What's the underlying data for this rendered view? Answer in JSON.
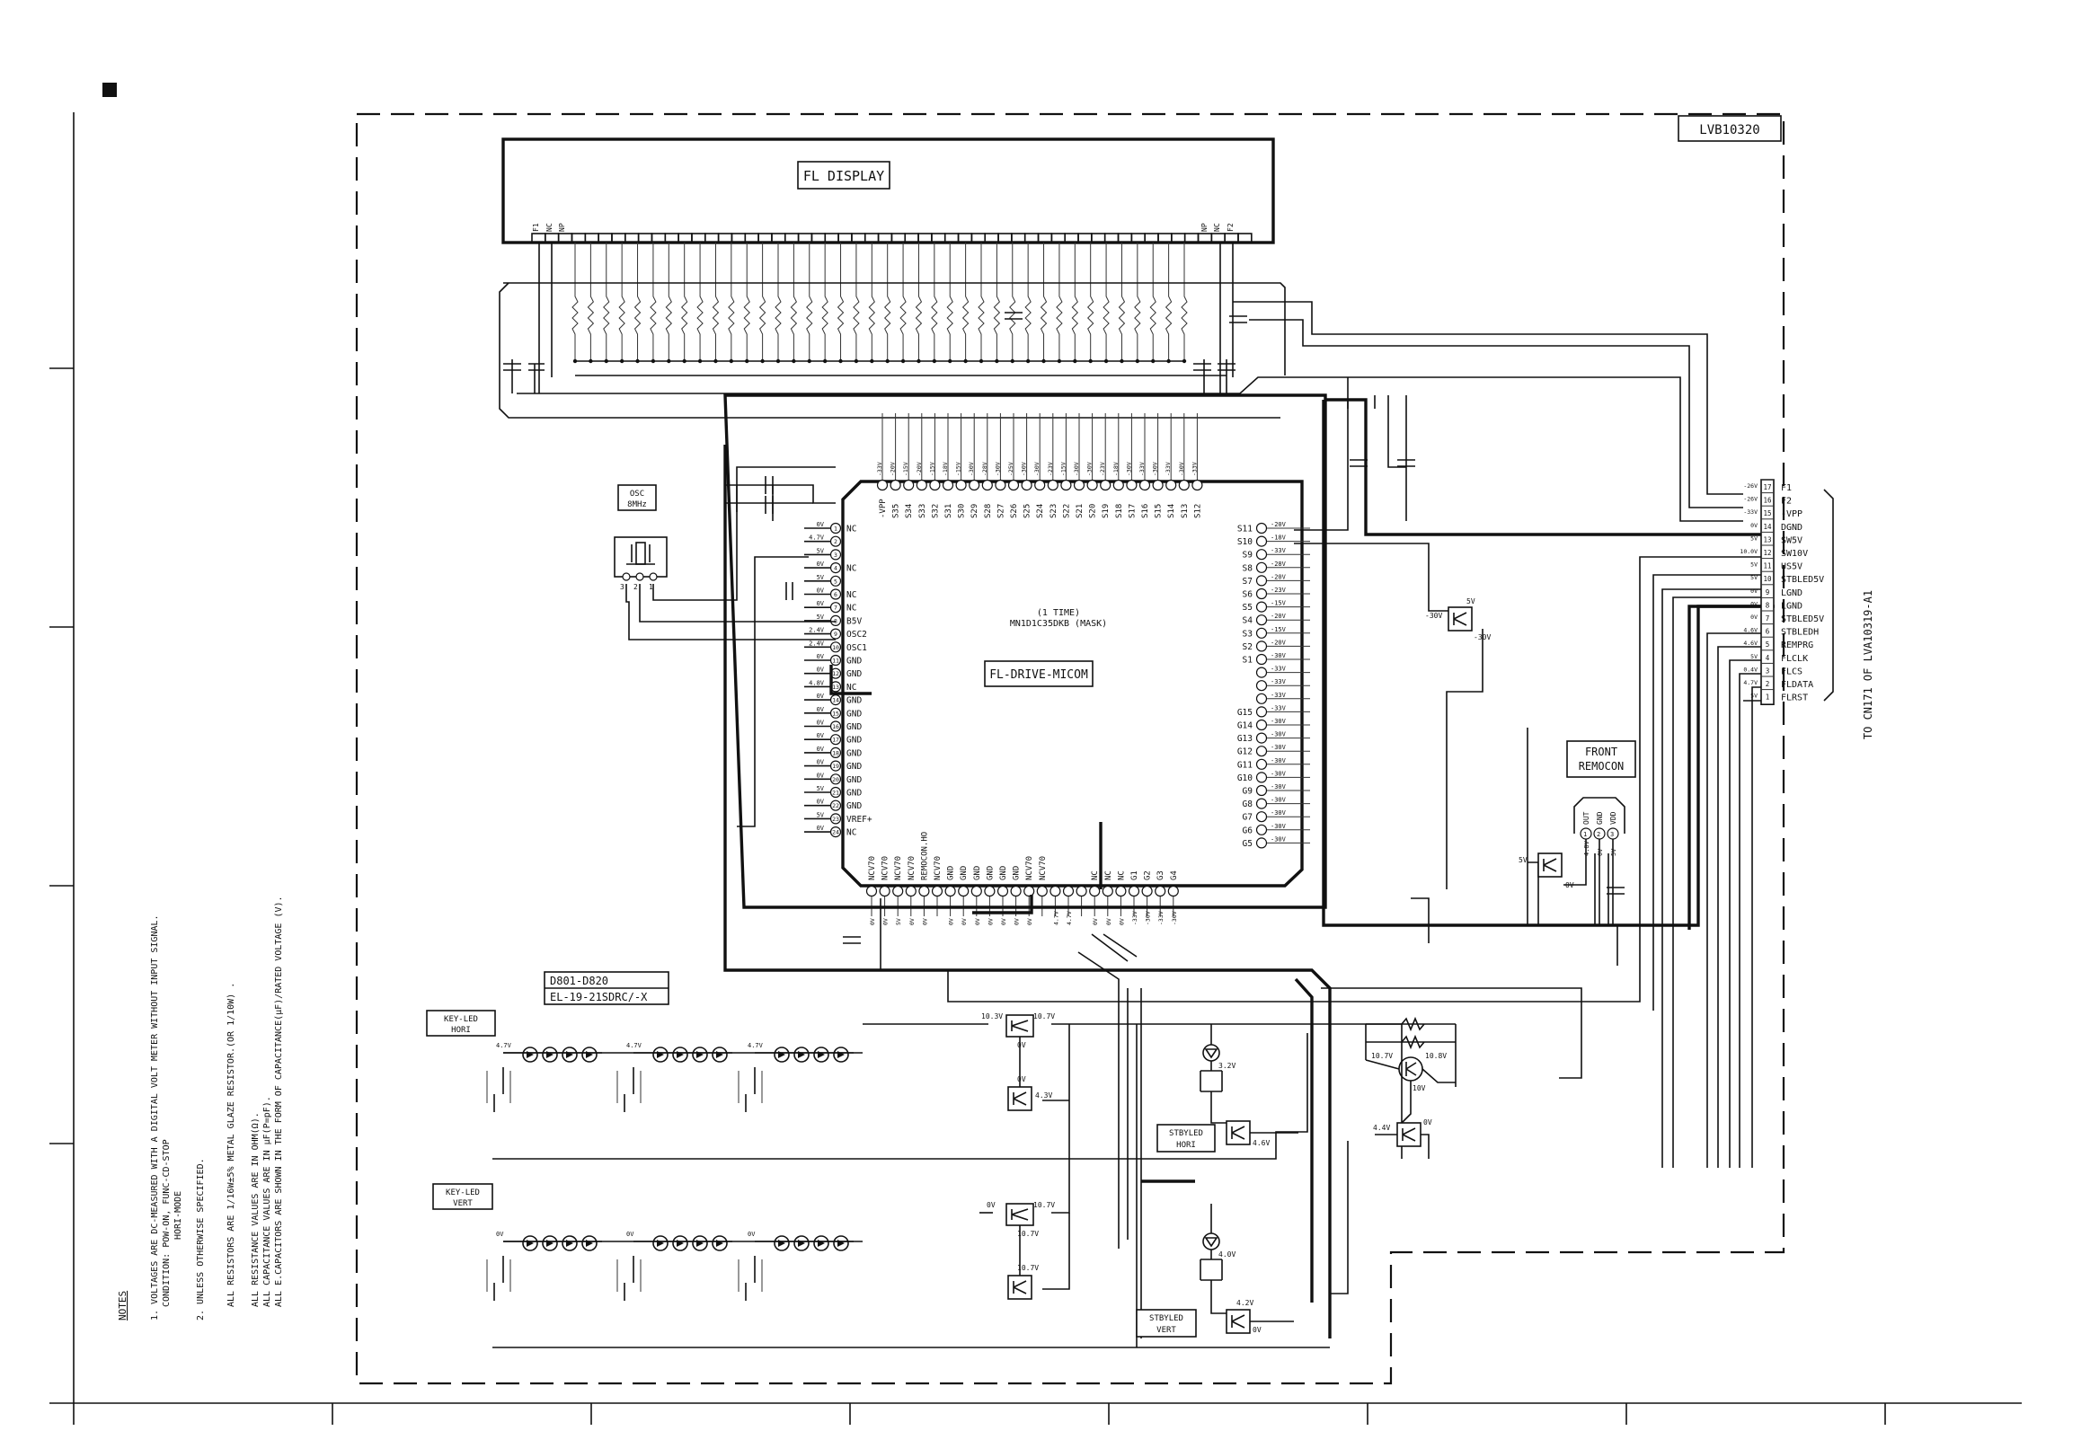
{
  "board_id": "LVB10320",
  "fl_display": {
    "label": "FL DISPLAY",
    "left_pins": [
      "F1",
      "NC",
      "NP"
    ],
    "right_pins": [
      "NP",
      "NC",
      "F2"
    ]
  },
  "osc": {
    "label": "OSC",
    "freq": "8MHz",
    "pins": [
      "3",
      "2",
      "1"
    ]
  },
  "micom": {
    "label": "FL-DRIVE-MICOM",
    "timing": "(1 TIME)",
    "part": "MN1D1C35DKB  (MASK)",
    "left_pins": [
      {
        "n": "1",
        "name": "NC",
        "v": "0V"
      },
      {
        "n": "2",
        "name": "",
        "v": "4.7V"
      },
      {
        "n": "3",
        "name": "",
        "v": "5V"
      },
      {
        "n": "4",
        "name": "NC",
        "v": "0V"
      },
      {
        "n": "5",
        "name": "",
        "v": "5V"
      },
      {
        "n": "6",
        "name": "NC",
        "v": "0V"
      },
      {
        "n": "7",
        "name": "NC",
        "v": "0V"
      },
      {
        "n": "8",
        "name": "B5V",
        "v": "5V"
      },
      {
        "n": "9",
        "name": "OSC2",
        "v": "2.4V"
      },
      {
        "n": "10",
        "name": "OSC1",
        "v": "2.4V"
      },
      {
        "n": "11",
        "name": "GND",
        "v": "0V"
      },
      {
        "n": "12",
        "name": "GND",
        "v": "0V"
      },
      {
        "n": "13",
        "name": "NC",
        "v": "4.8V"
      },
      {
        "n": "14",
        "name": "GND",
        "v": "0V"
      },
      {
        "n": "15",
        "name": "GND",
        "v": "0V"
      },
      {
        "n": "16",
        "name": "GND",
        "v": "0V"
      },
      {
        "n": "17",
        "name": "GND",
        "v": "0V"
      },
      {
        "n": "18",
        "name": "GND",
        "v": "0V"
      },
      {
        "n": "19",
        "name": "GND",
        "v": "0V"
      },
      {
        "n": "20",
        "name": "GND",
        "v": "0V"
      },
      {
        "n": "21",
        "name": "GND",
        "v": "5V"
      },
      {
        "n": "22",
        "name": "GND",
        "v": "0V"
      },
      {
        "n": "23",
        "name": "VREF+",
        "v": "5V"
      },
      {
        "n": "24",
        "name": "NC",
        "v": "0V"
      }
    ],
    "top_pins": [
      "-VPP",
      "S35",
      "S34",
      "S33",
      "S32",
      "S31",
      "S30",
      "S29",
      "S28",
      "S27",
      "S26",
      "S25",
      "S24",
      "S23",
      "S22",
      "S21",
      "S20",
      "S19",
      "S18",
      "S17",
      "S16",
      "S15",
      "S14",
      "S13",
      "S12"
    ],
    "top_volts": [
      "-33V",
      "-20V",
      "-15V",
      "-20V",
      "-15V",
      "-18V",
      "-15V",
      "-30V",
      "-28V",
      "-30V",
      "-25V",
      "-30V",
      "-30V",
      "-23V",
      "-15V",
      "-30V",
      "-30V",
      "-23V",
      "-18V",
      "-30V",
      "-33V",
      "-30V",
      "-33V",
      "-30V",
      "-33V"
    ],
    "right_pins": [
      {
        "name": "S11",
        "v": "-20V"
      },
      {
        "name": "S10",
        "v": "-18V"
      },
      {
        "name": "S9",
        "v": "-33V"
      },
      {
        "name": "S8",
        "v": "-28V"
      },
      {
        "name": "S7",
        "v": "-20V"
      },
      {
        "name": "S6",
        "v": "-23V"
      },
      {
        "name": "S5",
        "v": "-15V"
      },
      {
        "name": "S4",
        "v": "-20V"
      },
      {
        "name": "S3",
        "v": "-15V"
      },
      {
        "name": "S2",
        "v": "-20V"
      },
      {
        "name": "S1",
        "v": "-30V"
      },
      {
        "name": "",
        "v": "-33V"
      },
      {
        "name": "",
        "v": "-33V"
      },
      {
        "name": "",
        "v": "-33V"
      },
      {
        "name": "G15",
        "v": "-33V"
      },
      {
        "name": "G14",
        "v": "-30V"
      },
      {
        "name": "G13",
        "v": "-30V"
      },
      {
        "name": "G12",
        "v": "-30V"
      },
      {
        "name": "G11",
        "v": "-30V"
      },
      {
        "name": "G10",
        "v": "-30V"
      },
      {
        "name": "G9",
        "v": "-30V"
      },
      {
        "name": "G8",
        "v": "-30V"
      },
      {
        "name": "G7",
        "v": "-30V"
      },
      {
        "name": "G6",
        "v": "-30V"
      },
      {
        "name": "G5",
        "v": "-30V"
      }
    ],
    "bottom_pins": [
      "NCV70",
      "NCV70",
      "NCV70",
      "NCV70",
      "REMOCON.HO",
      "NCV70",
      "GND",
      "GND",
      "GND",
      "GND",
      "GND",
      "GND",
      "NCV70",
      "NCV70",
      "",
      "",
      "",
      "NC",
      "NC",
      "NC",
      "G1",
      "G2",
      "G3",
      "G4"
    ],
    "bottom_volts": [
      "0V",
      "0V",
      "5V",
      "0V",
      "0V",
      "",
      "0V",
      "0V",
      "0V",
      "0V",
      "0V",
      "0V",
      "0V",
      "",
      "4.7V",
      "4.7V",
      "",
      "0V",
      "0V",
      "0V",
      "-33V",
      "-30V",
      "-33V",
      "-30V"
    ]
  },
  "connector": {
    "label": "TO CN171 OF LVA10319-A1",
    "pins": [
      {
        "n": "17",
        "name": "F1",
        "v": "-26V"
      },
      {
        "n": "16",
        "name": "F2",
        "v": "-26V"
      },
      {
        "n": "15",
        "name": "-VPP",
        "v": "-33V"
      },
      {
        "n": "14",
        "name": "DGND",
        "v": "0V"
      },
      {
        "n": "13",
        "name": "SW5V",
        "v": "5V"
      },
      {
        "n": "12",
        "name": "SW10V",
        "v": "10.0V"
      },
      {
        "n": "11",
        "name": "US5V",
        "v": "5V"
      },
      {
        "n": "10",
        "name": "STBLED5V",
        "v": "5V"
      },
      {
        "n": "9",
        "name": "LGND",
        "v": "0V"
      },
      {
        "n": "8",
        "name": "LGND",
        "v": "0V"
      },
      {
        "n": "7",
        "name": "STBLED5V",
        "v": "0V"
      },
      {
        "n": "6",
        "name": "STBLEDH",
        "v": "4.6V"
      },
      {
        "n": "5",
        "name": "REMPRG",
        "v": "4.6V"
      },
      {
        "n": "4",
        "name": "FLCLK",
        "v": "5V"
      },
      {
        "n": "3",
        "name": "FLCS",
        "v": "0.4V"
      },
      {
        "n": "2",
        "name": "FLDATA",
        "v": "4.7V"
      },
      {
        "n": "1",
        "name": "FLRST",
        "v": "5V"
      }
    ]
  },
  "front_remocon": {
    "label_line1": "FRONT",
    "label_line2": "REMOCON",
    "pins": [
      "OUT",
      "GND",
      "VDD"
    ],
    "pin_nums": [
      "1",
      "2",
      "3"
    ],
    "volts": [
      "4.8V",
      "0V",
      "5V"
    ],
    "side_v": "5V",
    "tr_v": "0V"
  },
  "mid_transistor": {
    "v_in": "-30V",
    "v_top": "5V",
    "v_out": "-30V"
  },
  "diode_group": {
    "line1": "D801-D820",
    "line2": "EL-19-21SDRC/-X"
  },
  "key_led_hori": {
    "line1": "KEY-LED",
    "line2": "HORI",
    "v": "4.7V"
  },
  "key_led_vert": {
    "line1": "KEY-LED",
    "line2": "VERT",
    "v": "0V"
  },
  "stbyled_hori": {
    "line1": "STBYLED",
    "line2": "HORI",
    "v1": "3.2V",
    "v2": "4.6V"
  },
  "stbyled_vert": {
    "line1": "STBYLED",
    "line2": "VERT",
    "v1": "4.0V",
    "v2": "4.2V",
    "v3": "0V"
  },
  "hori_driver": {
    "v_in": "10.3V",
    "v_out": "10.7V",
    "v_b": "0V",
    "v_c": "0V",
    "v_e": "4.3V"
  },
  "vert_driver": {
    "v_in": "0V",
    "v_out": "10.7V",
    "v_b": "10.7V",
    "v_c": "10.7V"
  },
  "right_driver": {
    "v1": "10.7V",
    "v2": "10.8V",
    "v3": "10V",
    "v4": "4.4V",
    "v5": "0V"
  },
  "notes": {
    "title": "NOTES",
    "n1": "1. VOLTAGES ARE DC-MEASURED WITH A DIGITAL VOLT METER WITHOUT INPUT SIGNAL.",
    "n1b": "CONDITION: POW-ON, FUNC-CD-STOP",
    "n1c": "HORI-MODE",
    "n2": "2. UNLESS OTHERWISE SPECIFIED.",
    "n2a": "ALL RESISTORS ARE 1/16W±5% METAL GLAZE RESISTOR.(OR 1/10W) .",
    "n2b": "ALL RESISTANCE VALUES ARE IN OHM(Ω).",
    "n2c": "ALL CAPACITANCE VALUES ARE IN μF(P=pF).",
    "n2d": "ALL E.CAPACITORS ARE SHOWN IN THE FORM OF CAPACITANCE(μF)/RATED VOLTAGE (V)."
  }
}
